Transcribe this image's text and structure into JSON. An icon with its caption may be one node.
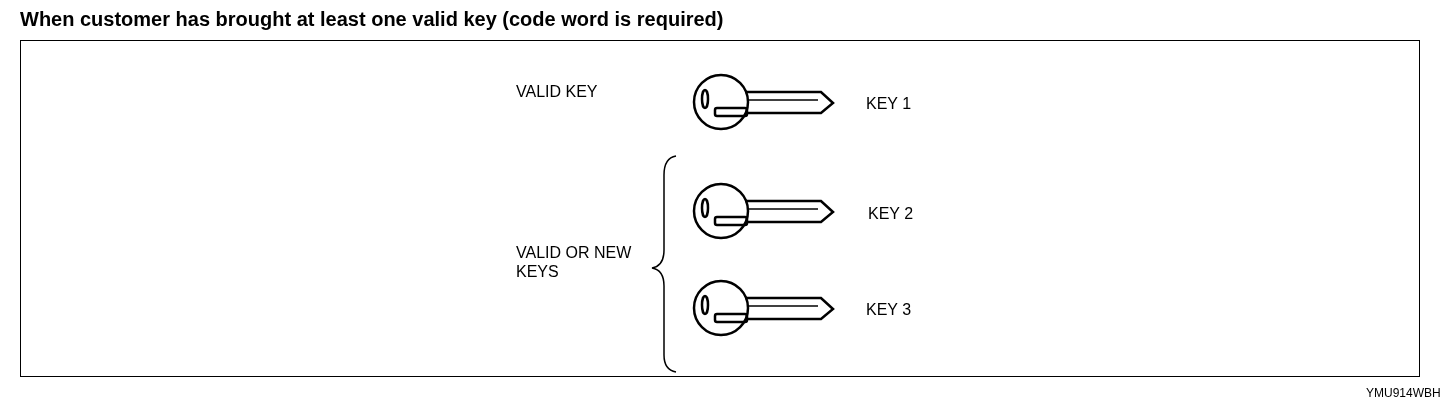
{
  "diagram": {
    "title": "When customer has brought at least one valid key (code word is required)",
    "labels": [
      "VALID KEY",
      "KEY 1",
      "KEY 2",
      "VALID OR NEW KEYS",
      "KEY 3",
      "YMU914WBH"
    ]
  }
}
